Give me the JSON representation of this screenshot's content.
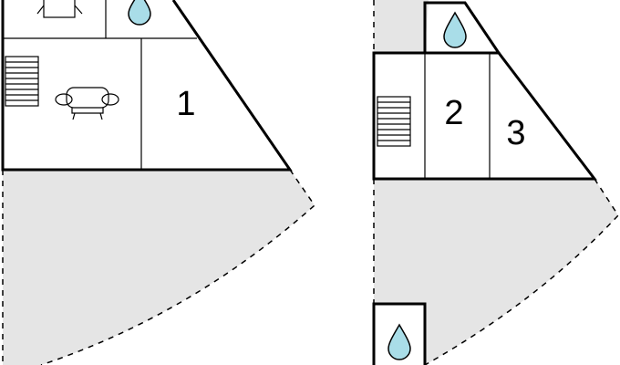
{
  "plan": {
    "colors": {
      "terrace": "#e5e5e5",
      "wall": "#000000",
      "water": "#a9dde8",
      "background": "#ffffff"
    },
    "rooms": [
      {
        "key": "r1",
        "number": "1"
      },
      {
        "key": "r2",
        "number": "2"
      },
      {
        "key": "r3",
        "number": "3"
      }
    ],
    "icons": [
      "sofa-icon",
      "stairs-icon",
      "water-drop-icon",
      "table-icon"
    ]
  }
}
